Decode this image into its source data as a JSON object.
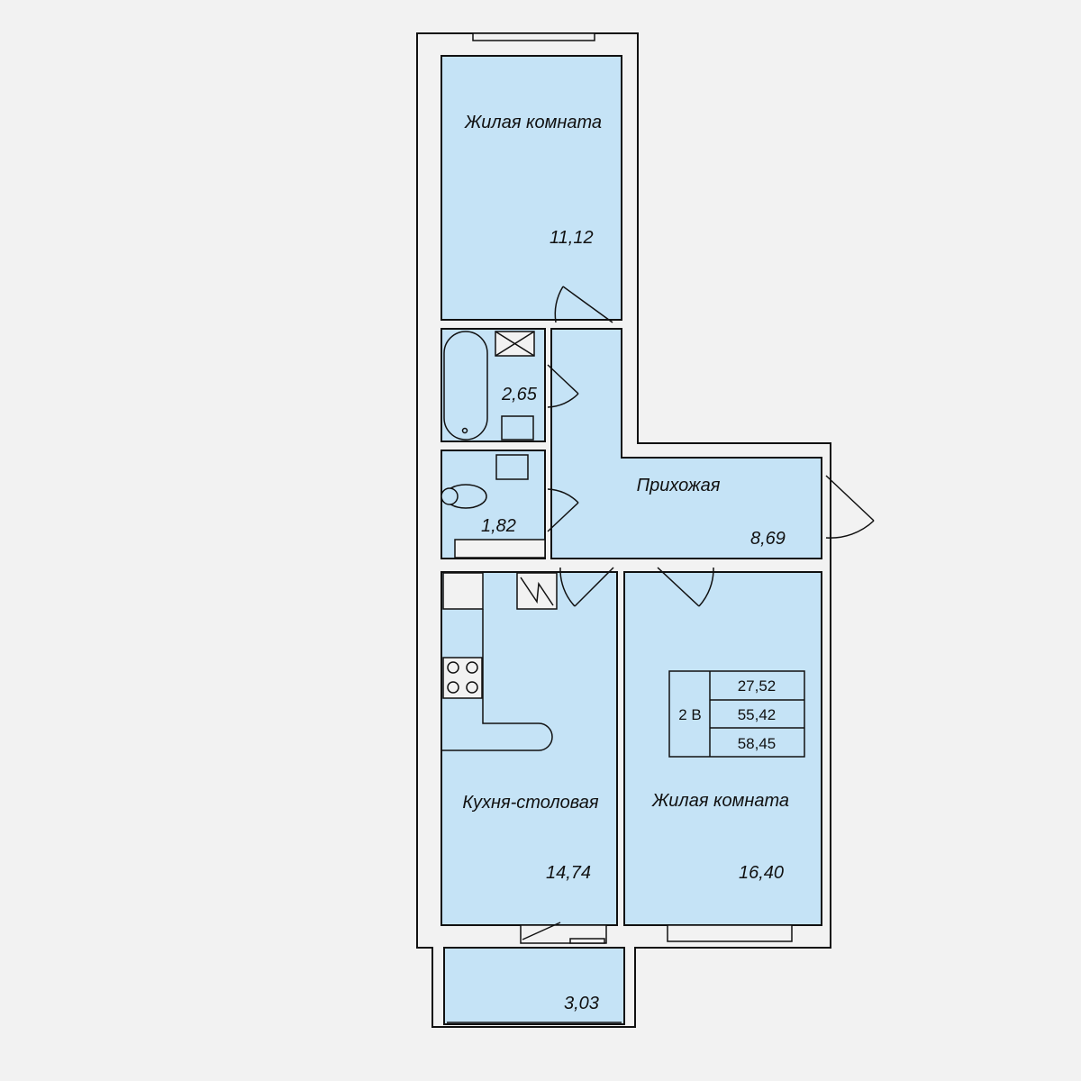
{
  "rooms": {
    "living_room_1": {
      "label": "Жилая комната",
      "area": "11,12"
    },
    "bathroom": {
      "area": "2,65"
    },
    "toilet": {
      "area": "1,82"
    },
    "hallway": {
      "label": "Прихожая",
      "area": "8,69"
    },
    "kitchen": {
      "label": "Кухня-столовая",
      "area": "14,74"
    },
    "living_room_2": {
      "label": "Жилая комната",
      "area": "16,40"
    },
    "balcony": {
      "area": "3,03"
    }
  },
  "summary": {
    "type": "2 В",
    "living_area": "27,52",
    "total_area": "55,42",
    "total_with_balcony": "58,45"
  },
  "colors": {
    "room_fill": "#c5e3f6",
    "wall_fill": "#f2f2f2",
    "line": "#111111"
  }
}
